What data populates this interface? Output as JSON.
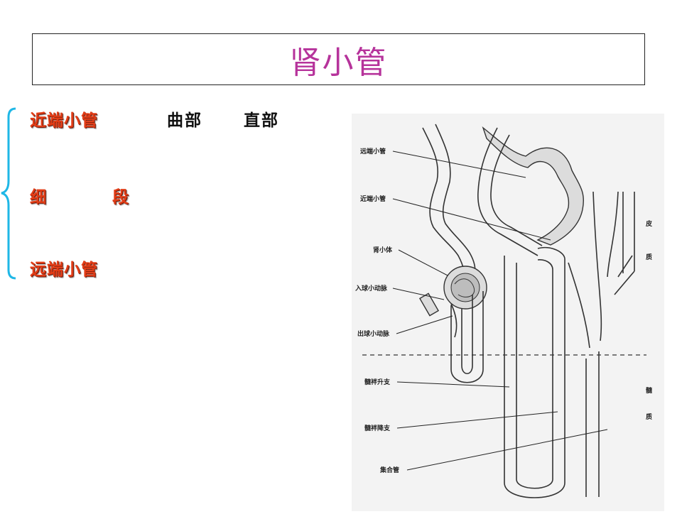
{
  "title": "肾小管",
  "items": [
    {
      "label": "近端小管",
      "parts": [
        "曲部",
        "直部"
      ]
    },
    {
      "label_left": "细",
      "label_right": "段"
    },
    {
      "label": "远端小管"
    }
  ],
  "figure": {
    "labels": {
      "distal_tubule": "远端小管",
      "proximal_tubule": "近端小管",
      "renal_corpuscle": "肾小体",
      "afferent_arteriole": "入球小动脉",
      "efferent_arteriole": "出球小动脉",
      "ascending_limb": "髓袢升支",
      "descending_limb": "髓袢降支",
      "collecting_duct": "集合管",
      "cortex_1": "皮",
      "cortex_2": "质",
      "medulla_1": "髓",
      "medulla_2": "质"
    }
  },
  "colors": {
    "title": "#b6339b",
    "item": "#e23d17",
    "brace": "#1fb7e6"
  }
}
